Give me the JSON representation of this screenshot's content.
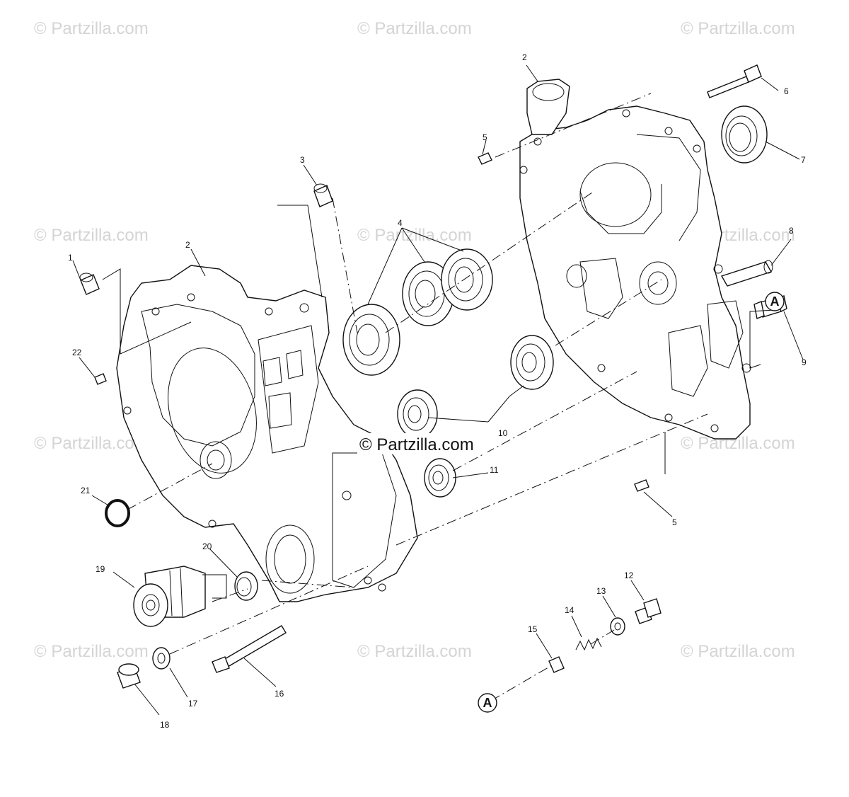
{
  "watermarks": {
    "text": "© Partzilla.com",
    "center_text": "© Partzilla.com"
  },
  "callouts": {
    "c1": "1",
    "c2a": "2",
    "c2b": "2",
    "c3": "3",
    "c4": "4",
    "c5a": "5",
    "c5b": "5",
    "c6": "6",
    "c7": "7",
    "c8": "8",
    "c9": "9",
    "c10": "10",
    "c11": "11",
    "c12": "12",
    "c13": "13",
    "c14": "14",
    "c15": "15",
    "c16": "16",
    "c17": "17",
    "c18": "18",
    "c19": "19",
    "c20": "20",
    "c21": "21",
    "c22": "22"
  },
  "refs": {
    "a1": "A",
    "a2": "A"
  }
}
